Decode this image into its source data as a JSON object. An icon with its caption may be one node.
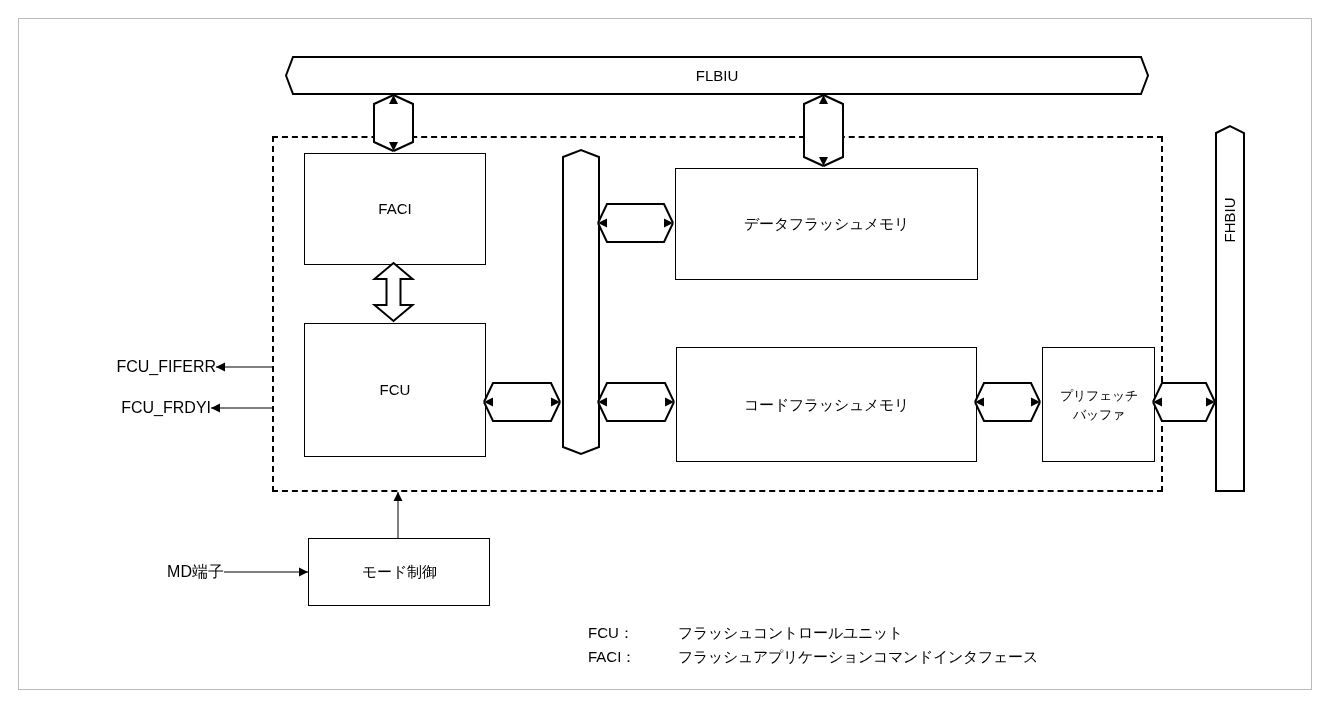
{
  "diagram": {
    "nodes": [
      {
        "text": [
          "FLBIU"
        ]
      },
      {
        "text": [],
        "shape": "box"
      },
      {
        "text": [
          "FACI"
        ],
        "in": 1
      },
      {
        "text": [],
        "shape": "bar",
        "in": 1
      },
      {
        "text": [
          "データフラッシュメモリ"
        ],
        "in": 1
      },
      {
        "text": [
          "FCU"
        ],
        "in": 1
      },
      {
        "text": [
          "コードフラッシュメモリ"
        ],
        "in": 1
      },
      {
        "text": [
          "プリフェッチバッファ"
        ],
        "in": 1
      },
      {
        "text": [
          "FHBIU"
        ]
      },
      {
        "text": [
          "FCU_FIFERR"
        ]
      },
      {
        "text": [
          "FCU_FRDYI"
        ]
      },
      {
        "text": [
          "モード制御"
        ]
      },
      {
        "text": [
          "MD端子"
        ]
      }
    ],
    "edges": [
      {
        "from": 0,
        "to": 2,
        "arrow": "both"
      },
      {
        "from": 0,
        "to": 4,
        "arrow": "both"
      },
      {
        "from": 2,
        "to": 5,
        "arrow": "both"
      },
      {
        "from": 5,
        "to": 3,
        "arrow": "both"
      },
      {
        "from": 3,
        "to": 4,
        "arrow": "both"
      },
      {
        "from": 3,
        "to": 6,
        "arrow": "both"
      },
      {
        "from": 6,
        "to": 7,
        "arrow": "both"
      },
      {
        "from": 7,
        "to": 8,
        "arrow": "both"
      },
      {
        "from": 1,
        "to": 9,
        "arrow": "to"
      },
      {
        "from": 1,
        "to": 10,
        "arrow": "to"
      },
      {
        "from": 11,
        "to": 1,
        "arrow": "to"
      },
      {
        "from": 12,
        "to": 11,
        "arrow": "to"
      }
    ],
    "labels": [
      "FCU：",
      "フラッシュコントロールユニット",
      "FACI：",
      "フラッシュアプリケーションコマンドインタフェース"
    ]
  }
}
